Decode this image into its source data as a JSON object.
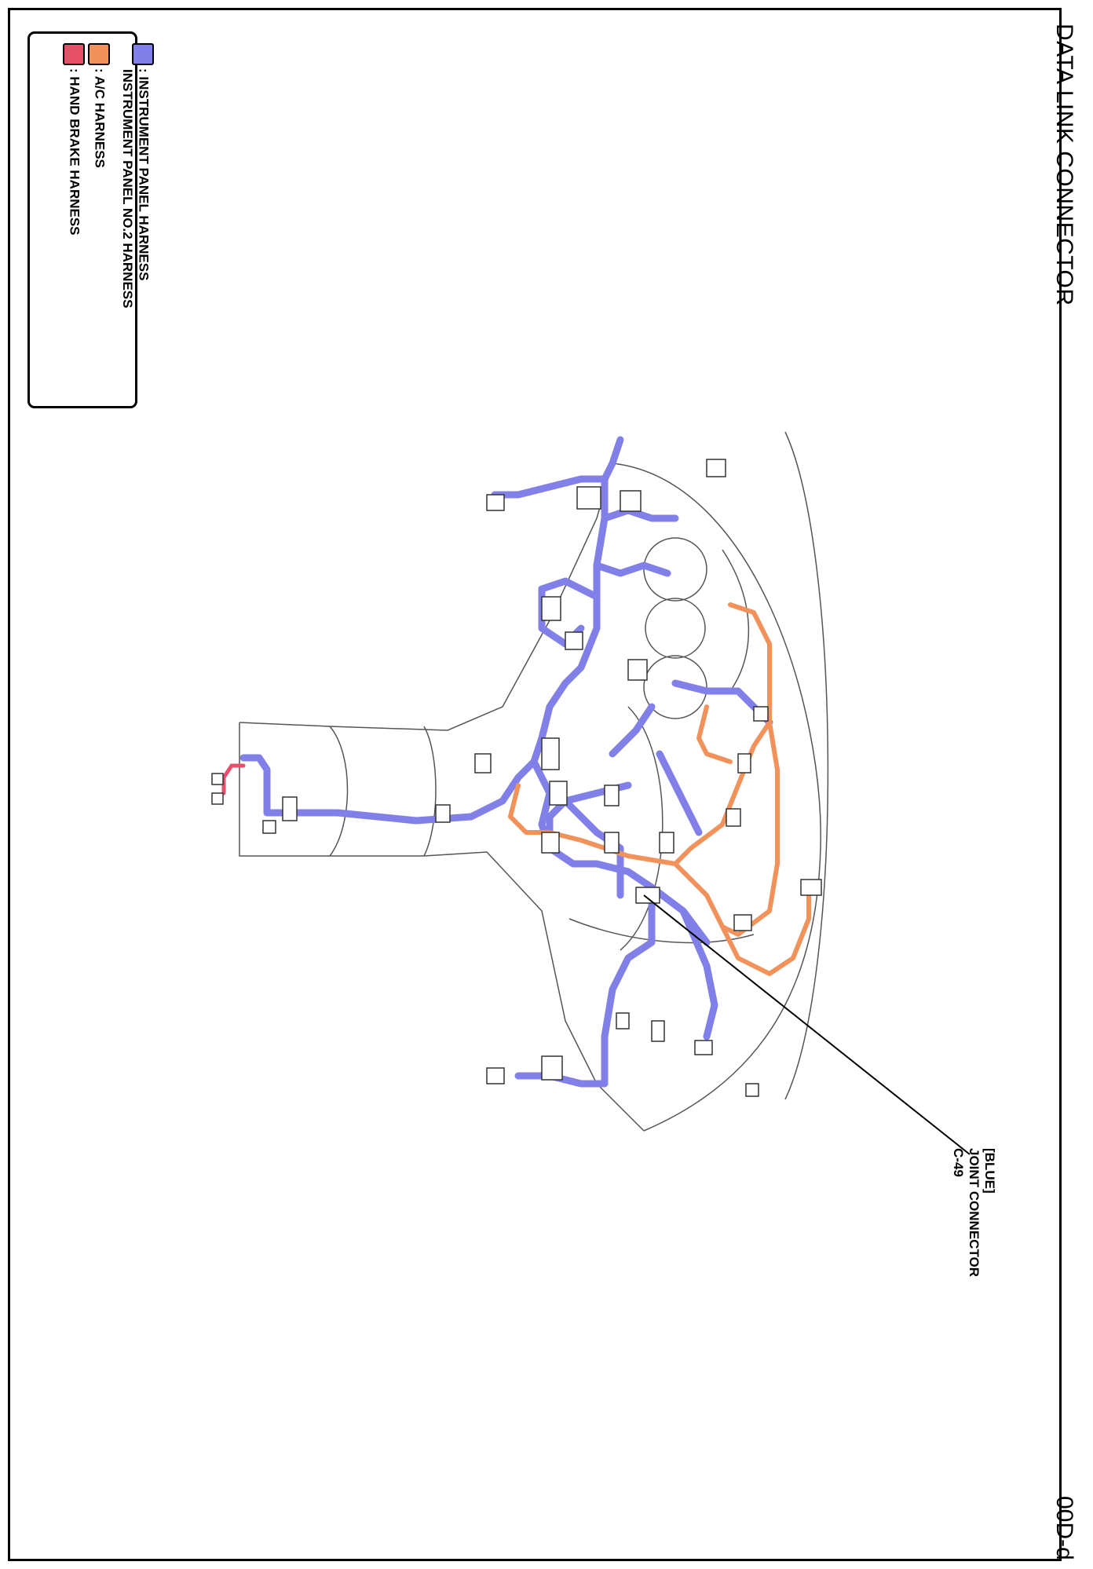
{
  "title": "DATA LINK CONNECTOR",
  "page_code": "00D-d",
  "legend": [
    {
      "label": ": INSTRUMENT PANEL HARNESS",
      "color": "#8080e8"
    },
    {
      "label": "INSTRUMENT PANEL NO.2 HARNESS",
      "color": "#8080e8"
    },
    {
      "label": ": A/C HARNESS",
      "color": "#f0925a"
    },
    {
      "label": ": HAND BRAKE HARNESS",
      "color": "#e8506a"
    }
  ],
  "callout": {
    "color_tag": "[BLUE]",
    "name": "JOINT CONNECTOR",
    "code": "C-49"
  },
  "colors": {
    "instrument_panel": "#8080e8",
    "ac": "#f0925a",
    "hand_brake": "#e8506a",
    "outline": "#555555"
  }
}
